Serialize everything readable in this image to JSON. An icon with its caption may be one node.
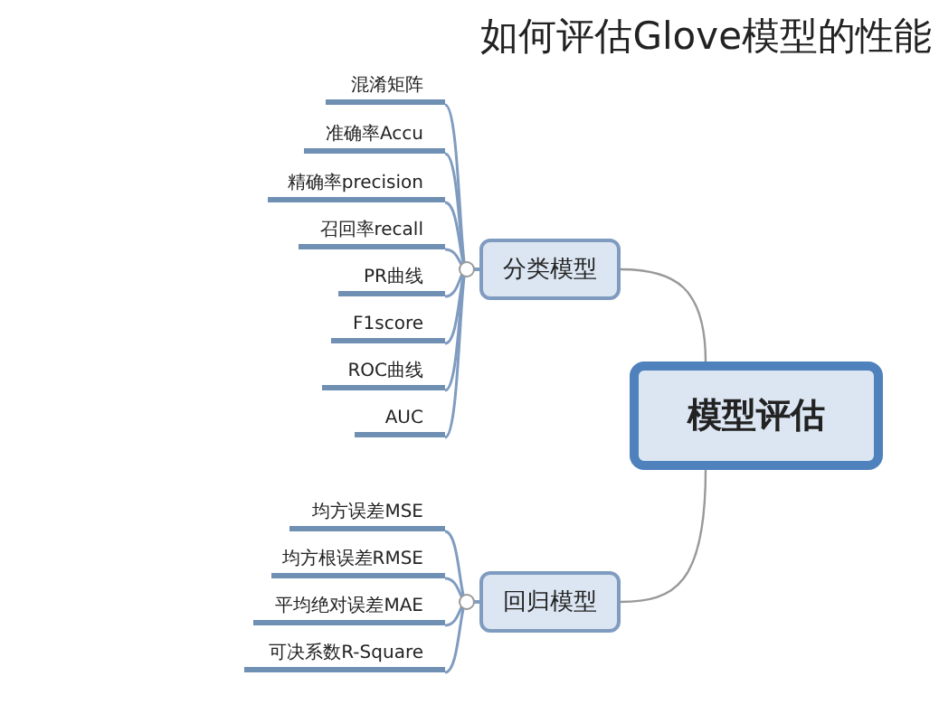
{
  "diagram": {
    "title": "如何评估Glove模型的性能",
    "nodes": [
      {
        "text": [
          "模型评估"
        ]
      },
      {
        "text": [
          "分类模型"
        ]
      },
      {
        "text": [
          "混淆矩阵"
        ]
      },
      {
        "text": [
          "准确率Accu"
        ]
      },
      {
        "text": [
          "精确率precision"
        ]
      },
      {
        "text": [
          "召回率recall"
        ]
      },
      {
        "text": [
          "PR曲线"
        ]
      },
      {
        "text": [
          "F1score"
        ]
      },
      {
        "text": [
          "ROC曲线"
        ]
      },
      {
        "text": [
          "AUC"
        ]
      },
      {
        "text": [
          "回归模型"
        ]
      },
      {
        "text": [
          "均方误差MSE"
        ]
      },
      {
        "text": [
          "均方根误差RMSE"
        ]
      },
      {
        "text": [
          "平均绝对误差MAE"
        ]
      },
      {
        "text": [
          "可决系数R-Square"
        ]
      }
    ],
    "edges": [
      {
        "from": 0,
        "to": 1,
        "arrow": "none"
      },
      {
        "from": 1,
        "to": 2,
        "arrow": "none"
      },
      {
        "from": 1,
        "to": 3,
        "arrow": "none"
      },
      {
        "from": 1,
        "to": 4,
        "arrow": "none"
      },
      {
        "from": 1,
        "to": 5,
        "arrow": "none"
      },
      {
        "from": 1,
        "to": 6,
        "arrow": "none"
      },
      {
        "from": 1,
        "to": 7,
        "arrow": "none"
      },
      {
        "from": 1,
        "to": 8,
        "arrow": "none"
      },
      {
        "from": 1,
        "to": 9,
        "arrow": "none"
      },
      {
        "from": 0,
        "to": 10,
        "arrow": "none"
      },
      {
        "from": 10,
        "to": 11,
        "arrow": "none"
      },
      {
        "from": 10,
        "to": 12,
        "arrow": "none"
      },
      {
        "from": 10,
        "to": 13,
        "arrow": "none"
      },
      {
        "from": 10,
        "to": 14,
        "arrow": "none"
      }
    ]
  }
}
